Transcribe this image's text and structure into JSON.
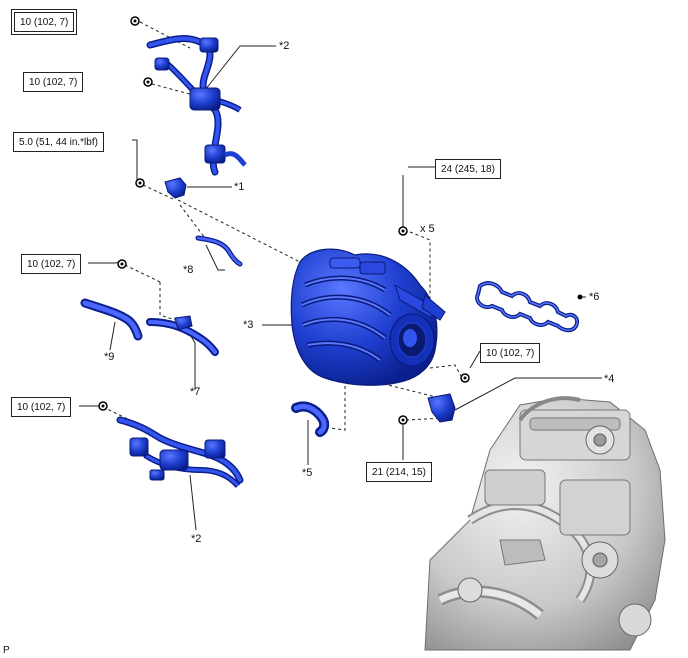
{
  "torques": {
    "t1": "10 (102, 7)",
    "t2": "10 (102, 7)",
    "t3": "5.0 (51, 44 in.*lbf)",
    "t4": "24 (245, 18)",
    "t5": "10 (102, 7)",
    "t6": "10 (102, 7)",
    "t7": "10 (102, 7)",
    "t8": "21 (214, 15)"
  },
  "labels": {
    "p1": "*1",
    "p2a": "*2",
    "p2b": "*2",
    "p3": "*3",
    "p4": "*4",
    "p5": "*5",
    "p6": "*6",
    "p7": "*7",
    "p8": "*8",
    "p9": "*9",
    "qty": "x 5",
    "corner": "P"
  },
  "colors": {
    "part_blue": "#1e3fd0",
    "part_dark": "#0b1f8c",
    "part_light": "#5a78ff",
    "engine_gray": "#c9c9c9",
    "line": "#222222"
  }
}
